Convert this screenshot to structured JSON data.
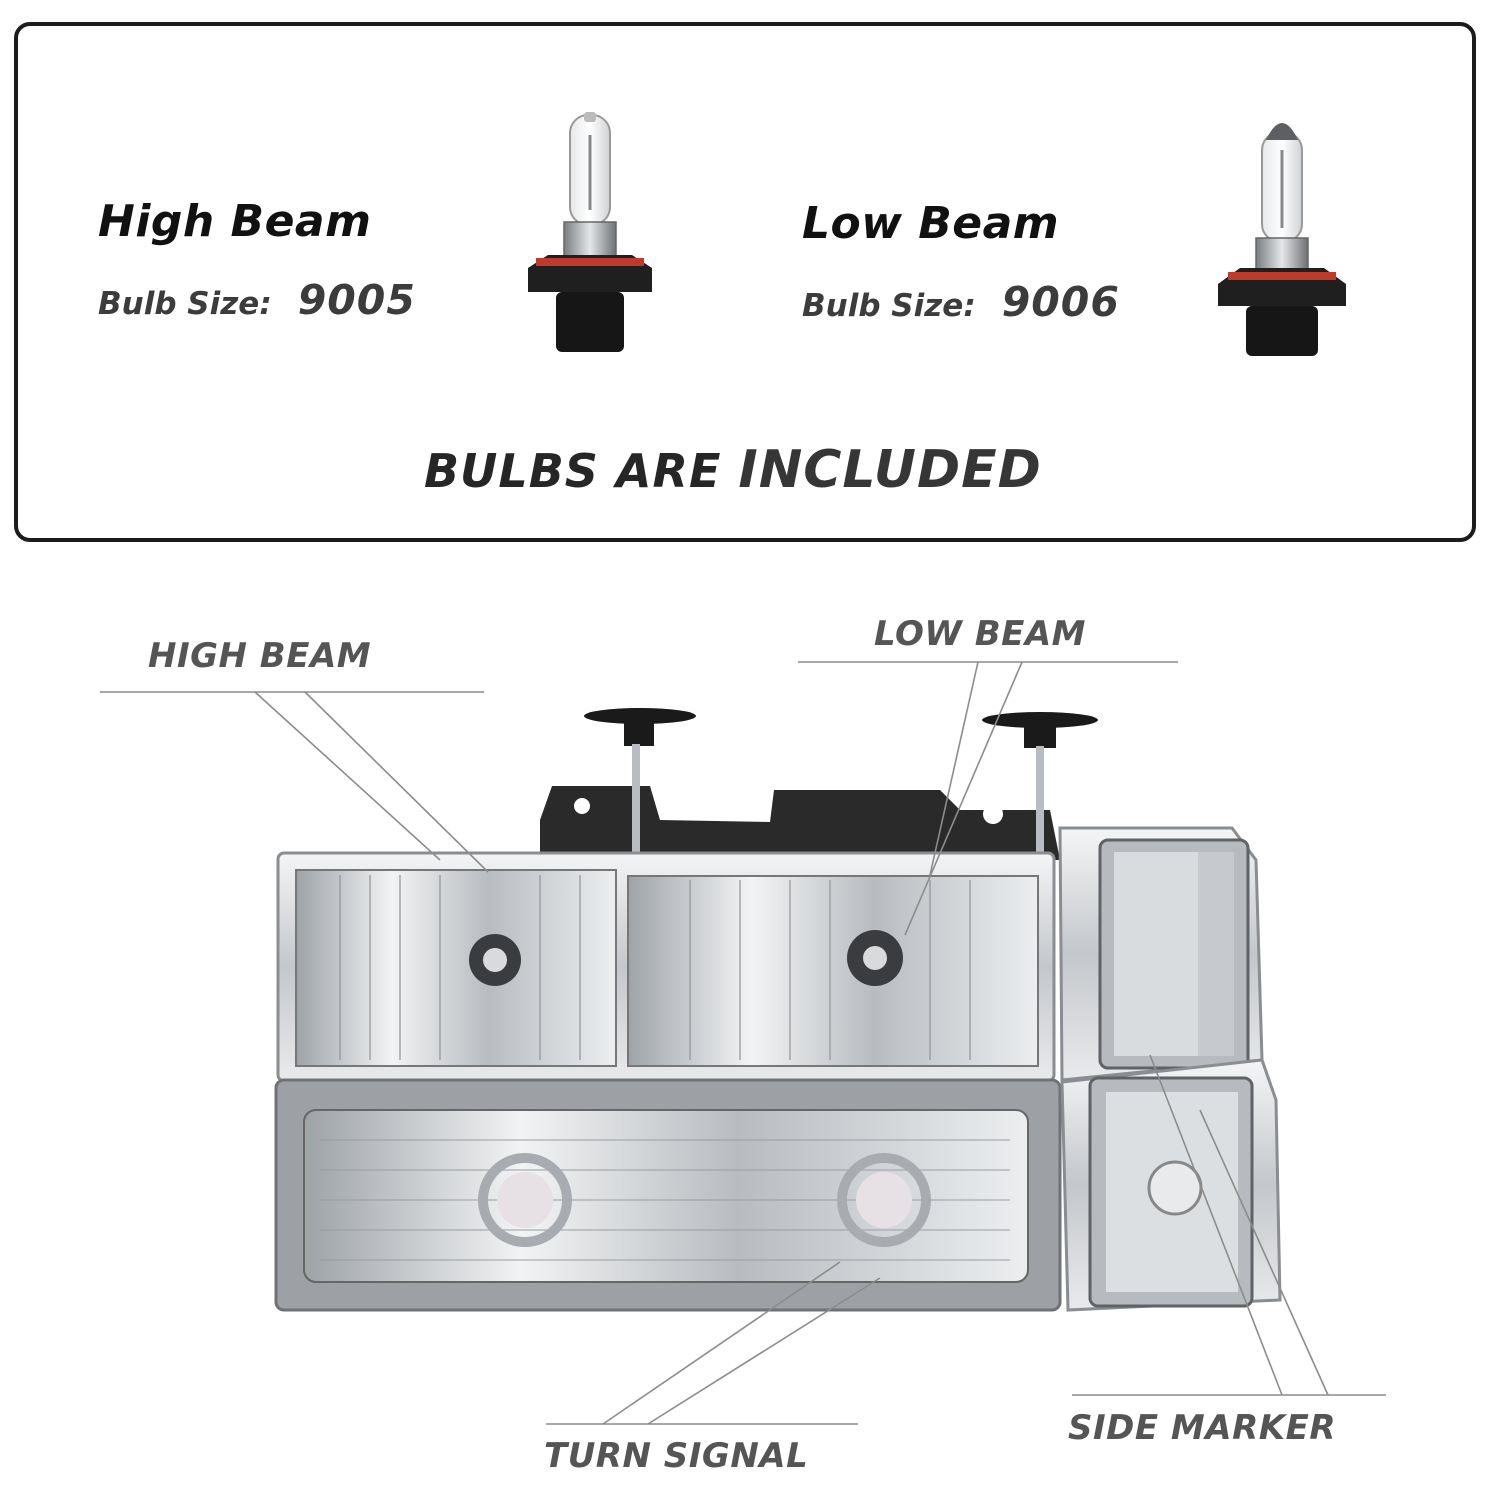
{
  "bulbs": {
    "high": {
      "title": "High Beam",
      "size_label": "Bulb Size:",
      "size": "9005"
    },
    "low": {
      "title": "Low Beam",
      "size_label": "Bulb Size:",
      "size": "9006"
    },
    "included_prefix": "BULBS ARE",
    "included_emphasis": "INCLUDED"
  },
  "callouts": {
    "high_beam": "HIGH BEAM",
    "low_beam": "LOW BEAM",
    "turn_signal": "TURN SIGNAL",
    "side_marker": "SIDE MARKER"
  },
  "icons": {
    "bulb_high": "halogen-bulb-9005-icon",
    "bulb_low": "halogen-bulb-9006-icon"
  },
  "colors": {
    "border": "#1c1c1c",
    "text_dark": "#111111",
    "text_grey": "#555555",
    "lamp_chrome": "#c9ccd0"
  }
}
